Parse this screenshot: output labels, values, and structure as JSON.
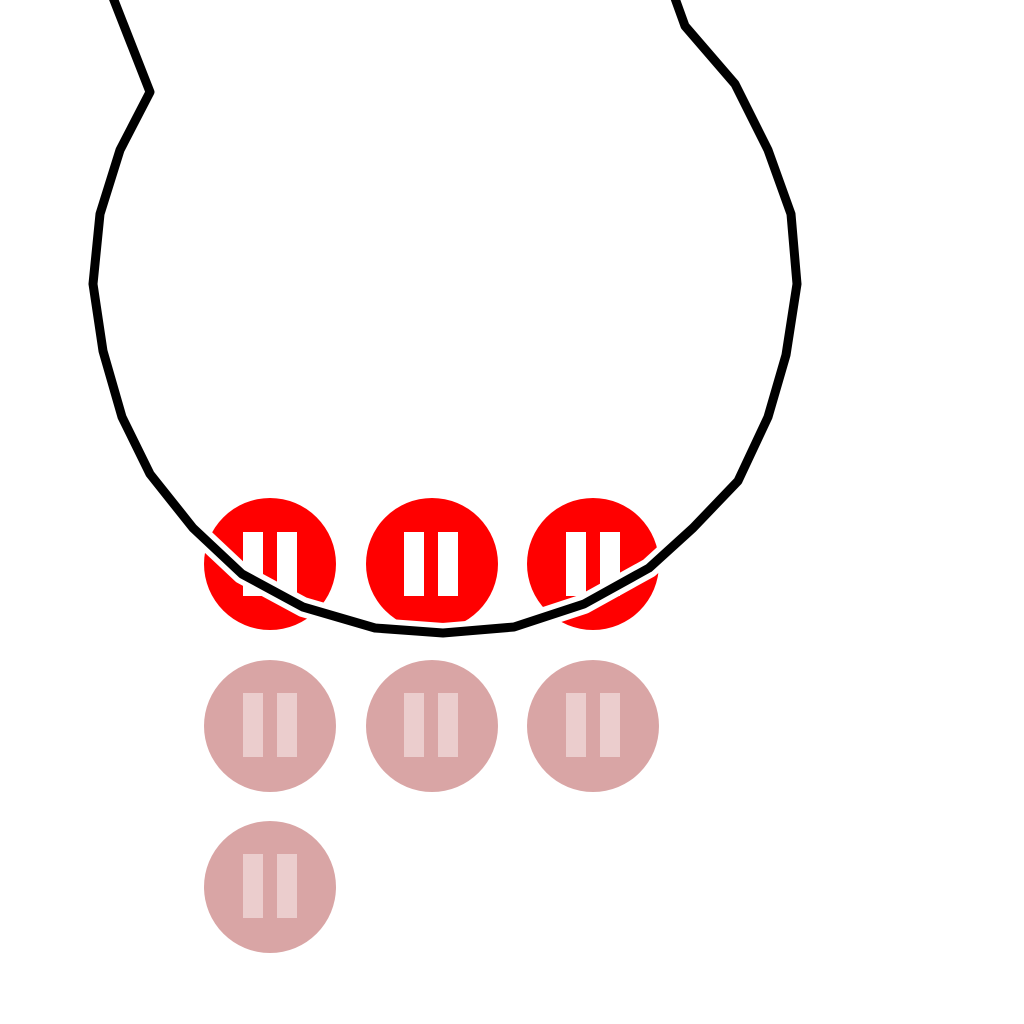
{
  "canvas": {
    "background": "#ffffff"
  },
  "colors": {
    "active_button_fill": "#ff0000",
    "active_button_glyph": "#ffffff",
    "inactive_button_fill": "#d9a5a5",
    "inactive_button_glyph": "#ebcdcd",
    "outline_stroke": "#000000",
    "outline_halo": "#ffffff"
  },
  "icons": {
    "button_glyph": "pause-icon",
    "region_shape": "lasso-selection-outline"
  },
  "buttons": {
    "active": [
      {
        "name": "pause-button-1",
        "state": "active"
      },
      {
        "name": "pause-button-2",
        "state": "active"
      },
      {
        "name": "pause-button-3",
        "state": "active"
      }
    ],
    "inactive": [
      {
        "name": "pause-button-4",
        "state": "inactive"
      },
      {
        "name": "pause-button-5",
        "state": "inactive"
      },
      {
        "name": "pause-button-6",
        "state": "inactive"
      },
      {
        "name": "pause-button-7",
        "state": "inactive"
      }
    ]
  }
}
